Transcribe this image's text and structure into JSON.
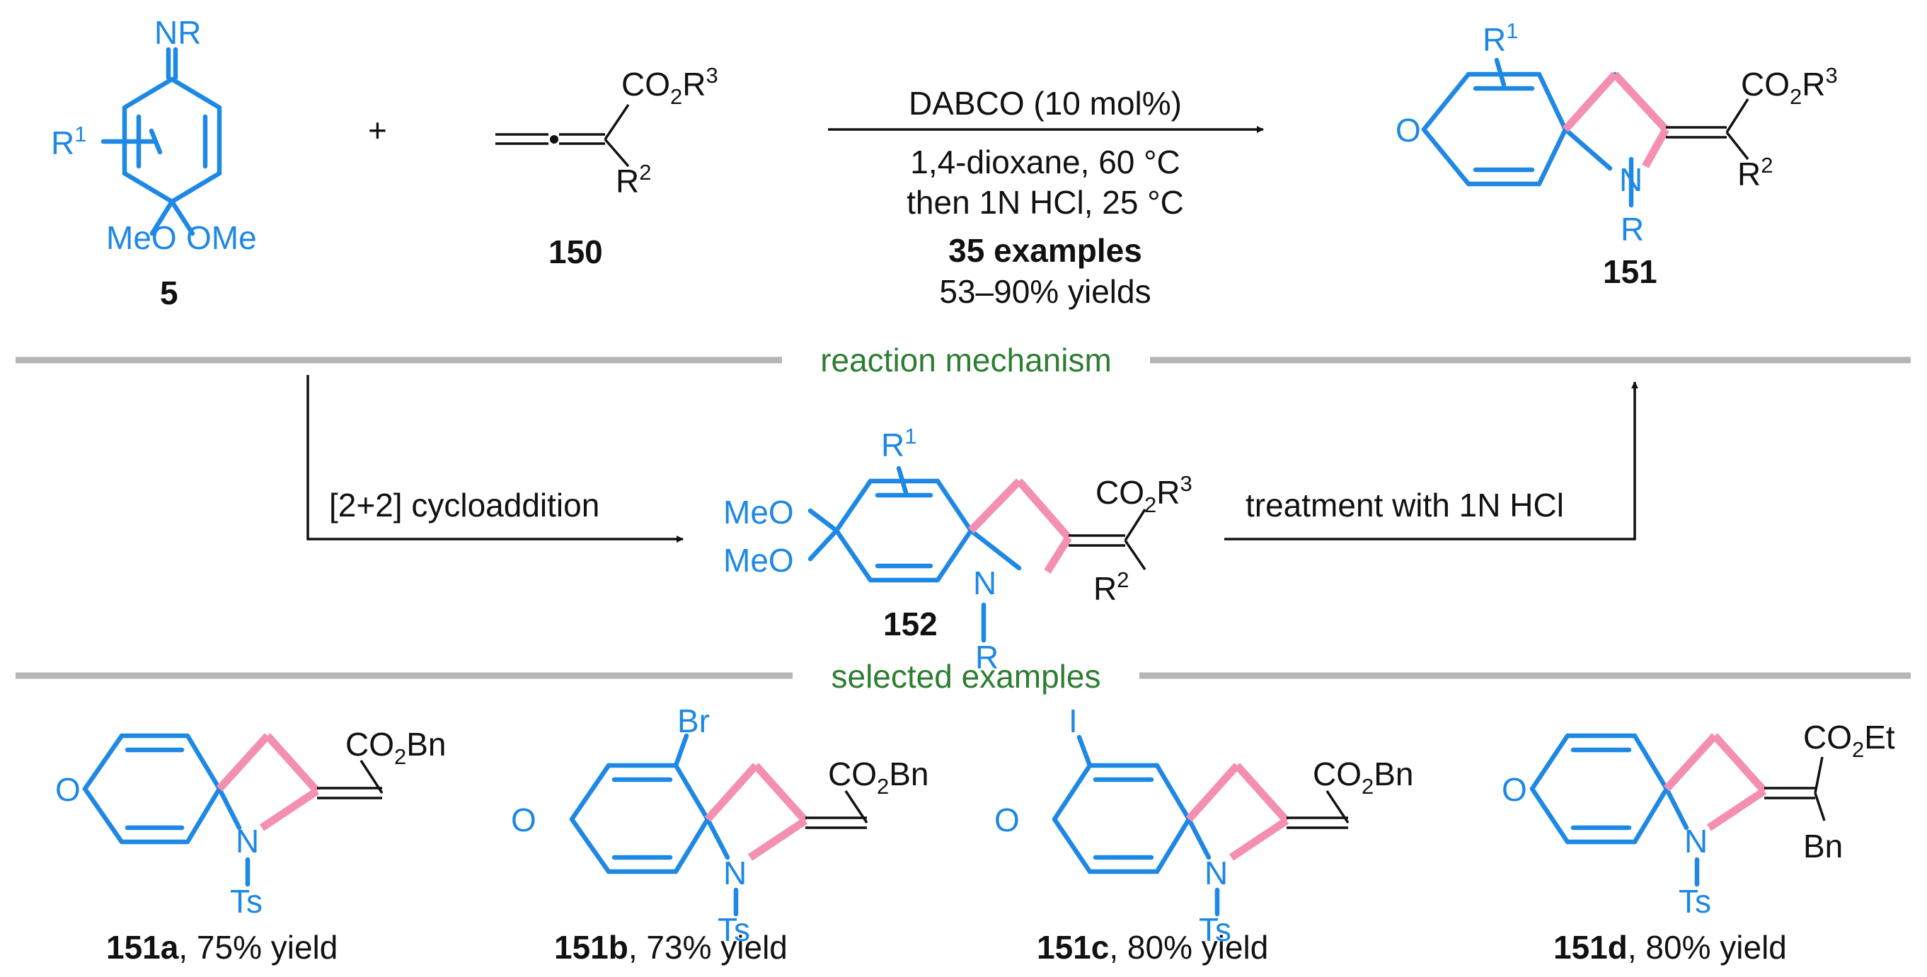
{
  "top": {
    "reactant5": {
      "imine": "NR",
      "substituent": "R",
      "substituent_sup": "1",
      "ome_left": "MeO",
      "ome_right": "OMe",
      "label": "5"
    },
    "plus": "+",
    "allenoate150": {
      "ester": "CO",
      "ester_sub": "2",
      "ester_r": "R",
      "ester_sup": "3",
      "r2": "R",
      "r2_sup": "2",
      "label": "150"
    },
    "conditions": {
      "line1": "DABCO (10 mol%)",
      "line2": "1,4-dioxane, 60 °C",
      "line3": "then 1N HCl, 25 °C",
      "line4": "35 examples",
      "line5": "53–90% yields"
    },
    "product151": {
      "oxo": "O",
      "r1": "R",
      "r1_sup": "1",
      "ester": "CO",
      "ester_sub": "2",
      "ester_r": "R",
      "ester_sup": "3",
      "r2": "R",
      "r2_sup": "2",
      "n": "N",
      "nr": "R",
      "label": "151"
    }
  },
  "mechanism": {
    "header": "reaction mechanism",
    "step1": "[2+2] cycloaddition",
    "step2": "treatment with 1N HCl",
    "intermediate152": {
      "ome1": "MeO",
      "ome2": "MeO",
      "r1": "R",
      "r1_sup": "1",
      "ester": "CO",
      "ester_sub": "2",
      "ester_r": "R",
      "ester_sup": "3",
      "r2": "R",
      "r2_sup": "2",
      "n": "N",
      "nr": "R",
      "label": "152"
    }
  },
  "examples": {
    "header": "selected examples",
    "items": [
      {
        "label": "151a",
        "yield": ", 75% yield",
        "ester": "CO",
        "ester_sub": "2",
        "ester_r": "Bn",
        "n": "N",
        "ts": "Ts",
        "oxo": "O"
      },
      {
        "label": "151b",
        "yield": ",  73% yield",
        "halogen": "Br",
        "ester": "CO",
        "ester_sub": "2",
        "ester_r": "Bn",
        "n": "N",
        "ts": "Ts",
        "oxo": "O"
      },
      {
        "label": "151c",
        "yield": ", 80% yield",
        "halogen": "I",
        "ester": "CO",
        "ester_sub": "2",
        "ester_r": "Bn",
        "n": "N",
        "ts": "Ts",
        "oxo": "O"
      },
      {
        "label": "151d",
        "yield": ",  80% yield",
        "ester": "CO",
        "ester_sub": "2",
        "ester_r": "Et",
        "bn": "Bn",
        "n": "N",
        "ts": "Ts",
        "oxo": "O"
      }
    ]
  },
  "colors": {
    "structure": "#1e88e5",
    "highlight_bond": "#f48fb1",
    "section_header": "#2e7d32",
    "divider": "#b5b5b5",
    "text": "#111111"
  }
}
